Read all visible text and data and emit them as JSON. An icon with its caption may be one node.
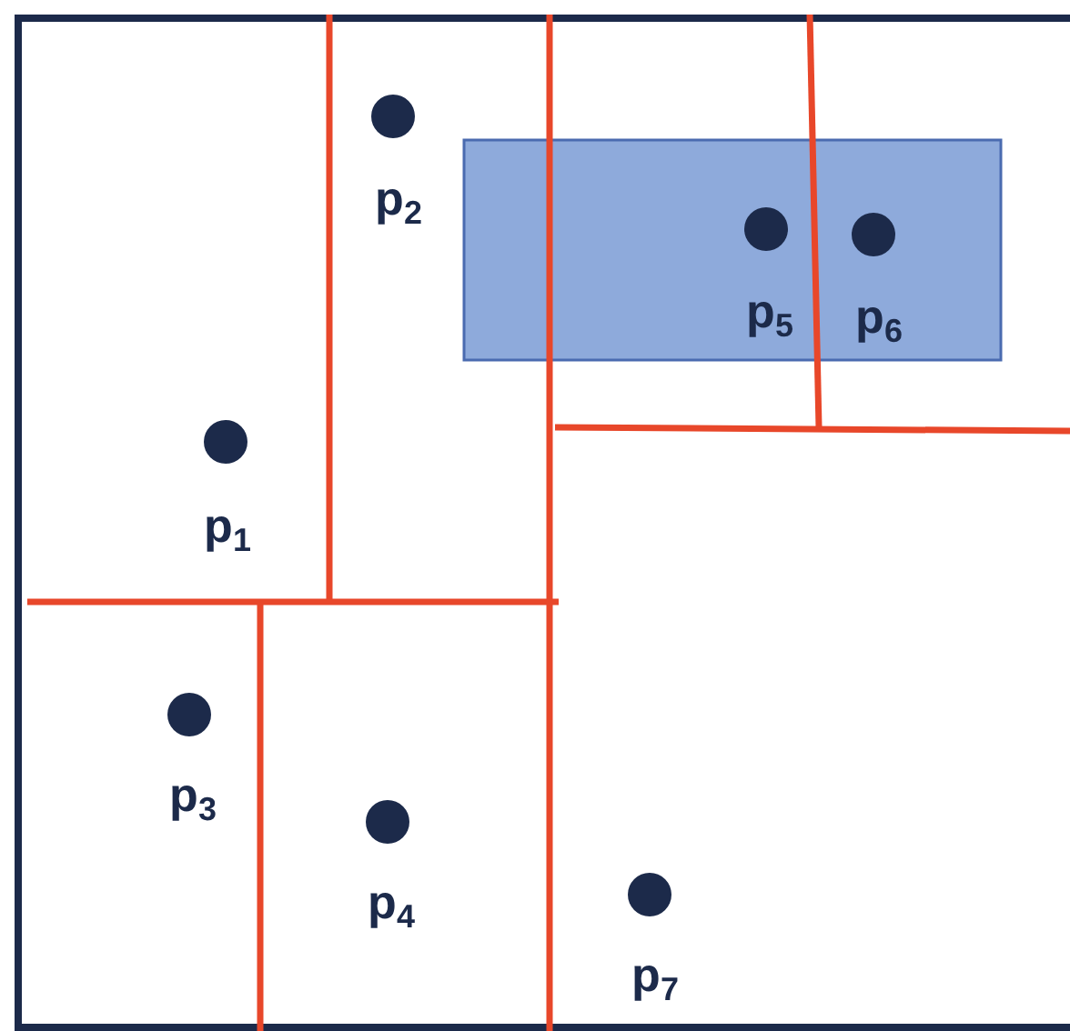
{
  "diagram": {
    "labels": [
      "p$_{2}$",
      "p$_{5}$",
      "p$_{6}$",
      "p$_{1}$",
      "p$_{3}$",
      "p$_{4}$",
      "p$_{7}$"
    ]
  }
}
